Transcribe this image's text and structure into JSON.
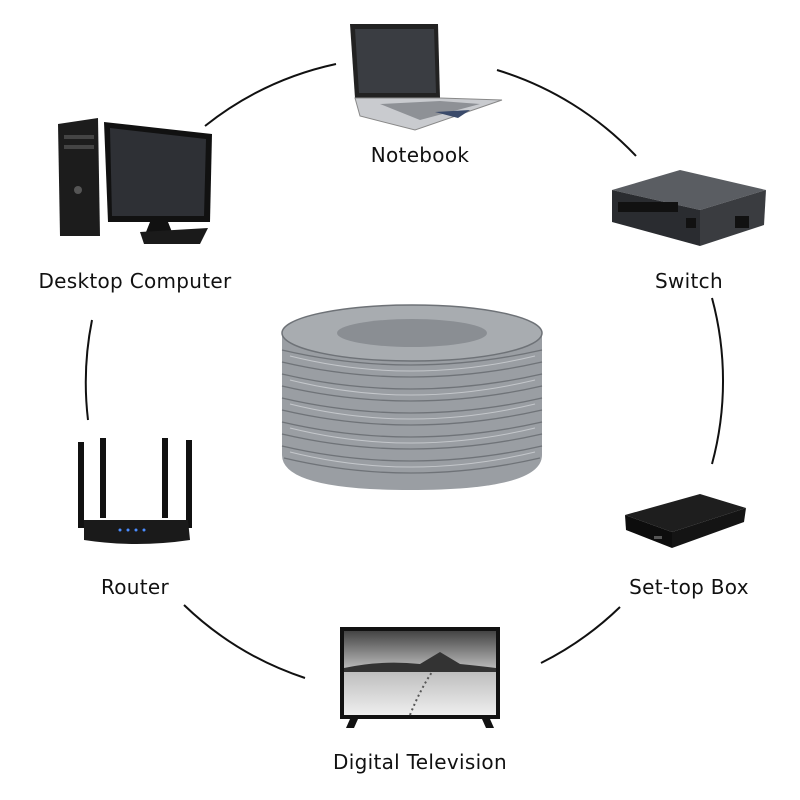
{
  "devices": [
    {
      "label": "Notebook",
      "icon": "laptop-icon"
    },
    {
      "label": "Desktop Computer",
      "icon": "desktop-computer-icon"
    },
    {
      "label": "Switch",
      "icon": "network-switch-icon"
    },
    {
      "label": "Router",
      "icon": "wifi-router-icon"
    },
    {
      "label": "Set-top Box",
      "icon": "set-top-box-icon"
    },
    {
      "label": "Digital Television",
      "icon": "television-icon"
    }
  ],
  "center": {
    "icon": "cable-spool-icon"
  },
  "colors": {
    "ring": "#111111",
    "cable": "#9a9ea3",
    "device": "#1a1a1a"
  }
}
